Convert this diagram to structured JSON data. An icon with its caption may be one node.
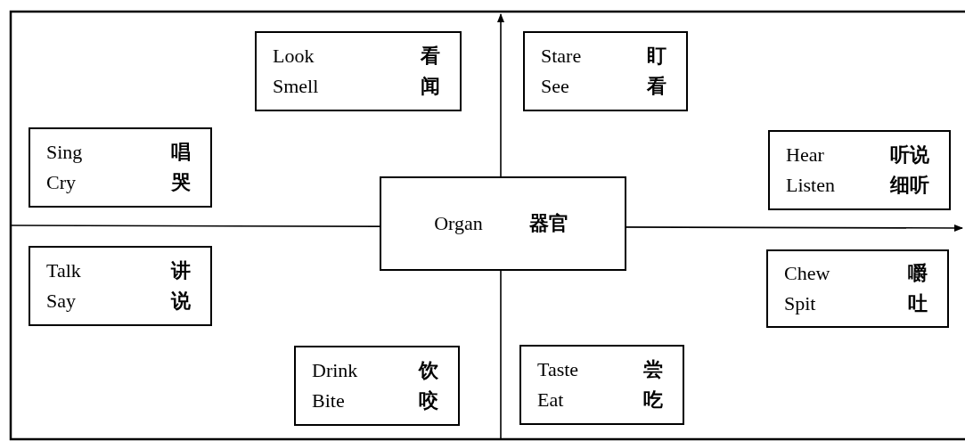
{
  "diagram": {
    "nodes": [
      {
        "text": [
          "Look",
          "看",
          "Smell",
          "闻"
        ]
      },
      {
        "text": [
          "Stare",
          "盯",
          "See",
          "看"
        ]
      },
      {
        "text": [
          "Sing",
          "唱",
          "Cry",
          "哭"
        ]
      },
      {
        "text": [
          "Hear",
          "听说",
          "Listen",
          "细听"
        ]
      },
      {
        "text": [
          "Organ",
          "器官"
        ]
      },
      {
        "text": [
          "Talk",
          "讲",
          "Say",
          "说"
        ]
      },
      {
        "text": [
          "Chew",
          "嚼",
          "Spit",
          "吐"
        ]
      },
      {
        "text": [
          "Drink",
          "饮",
          "Bite",
          "咬"
        ]
      },
      {
        "text": [
          "Taste",
          "尝",
          "Eat",
          "吃"
        ]
      }
    ],
    "edges": []
  }
}
